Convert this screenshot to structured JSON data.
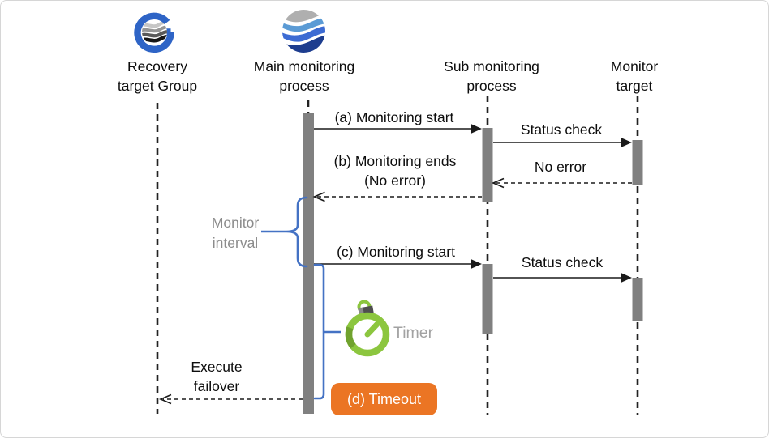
{
  "lifelines": [
    {
      "label_line1": "Recovery",
      "label_line2": "target Group"
    },
    {
      "label_line1": "Main monitoring",
      "label_line2": "process"
    },
    {
      "label_line1": "Sub monitoring",
      "label_line2": "process"
    },
    {
      "label_line1": "Monitor",
      "label_line2": "target"
    }
  ],
  "messages": [
    {
      "label": "(a) Monitoring start",
      "style": "solid",
      "from": "Main monitoring process",
      "to": "Sub monitoring process"
    },
    {
      "label": "Status check",
      "style": "solid",
      "from": "Sub monitoring process",
      "to": "Monitor target"
    },
    {
      "label": "No error",
      "style": "dashed",
      "from": "Monitor target",
      "to": "Sub monitoring process"
    },
    {
      "label_line1": "(b) Monitoring ends",
      "label_line2": "(No error)",
      "style": "dashed",
      "from": "Sub monitoring process",
      "to": "Main monitoring process"
    },
    {
      "label": "(c) Monitoring start",
      "style": "solid",
      "from": "Main monitoring process",
      "to": "Sub monitoring process"
    },
    {
      "label": "Status check",
      "style": "solid",
      "from": "Sub monitoring process",
      "to": "Monitor target"
    },
    {
      "label_line1": "Execute",
      "label_line2": "failover",
      "style": "dashed",
      "from": "Main monitoring process",
      "to": "Recovery target Group"
    }
  ],
  "annotations": {
    "monitor_interval": {
      "line1": "Monitor",
      "line2": "interval"
    },
    "timer": {
      "label": "Timer"
    },
    "timeout": {
      "label": "(d) Timeout"
    }
  },
  "icons": {
    "recovery_group": "group-wave-logo-icon",
    "main_monitoring": "wave-globe-logo-icon",
    "timer": "stopwatch-icon"
  },
  "colors": {
    "accent_blue": "#4472C4",
    "activation_gray": "#808080",
    "timer_green": "#8CC63F",
    "timer_green_dark": "#70A22E",
    "timeout_orange": "#EB7524",
    "muted_text": "#8C8C8C"
  }
}
